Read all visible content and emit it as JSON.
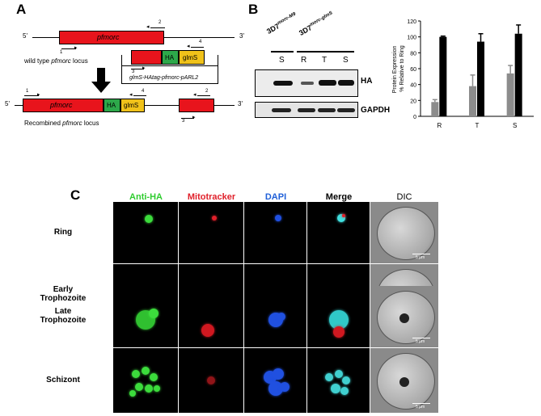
{
  "panels": {
    "a": "A",
    "b": "B",
    "c": "C"
  },
  "panel_a": {
    "five_prime": "5'",
    "three_prime": "3'",
    "gene": "pfmorc",
    "ha": "HA",
    "glms": "glmS",
    "wild_type_label_prefix": "wild type ",
    "wild_type_label_gene": "pfmorc",
    "wild_type_label_suffix": " locus",
    "plasmid": "glmS-HAtag-pfmorc-pARL2",
    "recombined_prefix": "Recombined ",
    "recombined_gene": "pfmorc",
    "recombined_suffix": " locus",
    "primer_1": "1",
    "primer_2": "2",
    "primer_3": "3",
    "primer_4": "4"
  },
  "panel_b": {
    "strain_m9": "3D7",
    "strain_m9_sup": "morc-M9",
    "strain_glms": "3D7",
    "strain_glms_sup": "morc-glmS",
    "lanes": [
      "S",
      "R",
      "T",
      "S"
    ],
    "blot_ha": "HA",
    "blot_gapdh": "GAPDH",
    "bar_colors": {
      "gray": "#8c8c8c",
      "black": "#000000"
    }
  },
  "chart_data": {
    "type": "bar",
    "categories": [
      "R",
      "T",
      "S"
    ],
    "ylabel": "Protein Expression % Relative to Ring",
    "ylim": [
      0,
      120
    ],
    "series": [
      {
        "values": [
          18,
          38,
          54
        ],
        "errors": [
          3,
          14,
          10
        ],
        "color": "#8c8c8c"
      },
      {
        "values": [
          100,
          94,
          104
        ],
        "errors": [
          1,
          10,
          11
        ],
        "color": "#000000"
      }
    ]
  },
  "panel_c": {
    "columns": [
      "Anti-HA",
      "Mitotracker",
      "DAPI",
      "Merge",
      "DIC"
    ],
    "column_colors": [
      "#2ecc2e",
      "#e0202a",
      "#2060d8",
      "#000000",
      "#000000"
    ],
    "rows": [
      "Ring",
      "Early\nTrophozoite",
      "Late\nTrophozoite",
      "Schizont"
    ],
    "scale_bar": "5 µm"
  }
}
